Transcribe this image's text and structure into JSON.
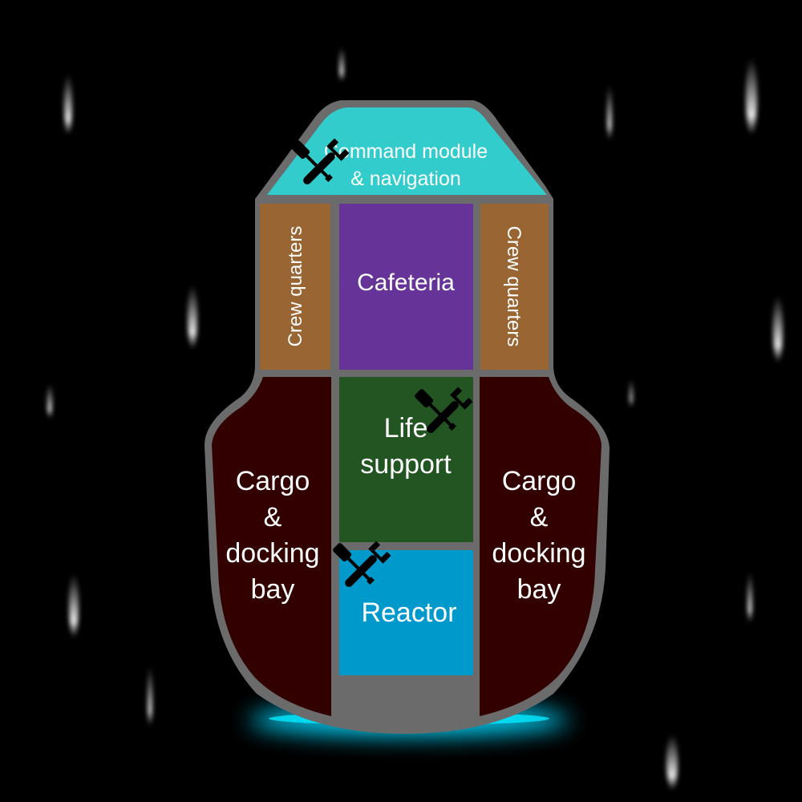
{
  "rooms": {
    "command": {
      "line1": "Command module",
      "line2": "& navigation",
      "color": "#33cccc",
      "damaged": true
    },
    "crew_left": {
      "label": "Crew quarters",
      "color": "#996633"
    },
    "cafeteria": {
      "label": "Cafeteria",
      "color": "#663399"
    },
    "crew_right": {
      "label": "Crew quarters",
      "color": "#996633"
    },
    "cargo_left": {
      "line1": "Cargo",
      "line2": "&",
      "line3": "docking",
      "line4": "bay",
      "color": "#330000"
    },
    "life_support": {
      "line1": "Life",
      "line2": "support",
      "color": "#225522",
      "damaged": true
    },
    "reactor": {
      "label": "Reactor",
      "color": "#0099cc",
      "damaged": true
    },
    "cargo_right": {
      "line1": "Cargo",
      "line2": "&",
      "line3": "docking",
      "line4": "bay",
      "color": "#330000"
    }
  },
  "colors": {
    "hull": "#6b6b6b",
    "engine_glow": "#00d8ff",
    "space": "#000000"
  },
  "icons": {
    "damage": "wrench-screwdriver-icon"
  }
}
